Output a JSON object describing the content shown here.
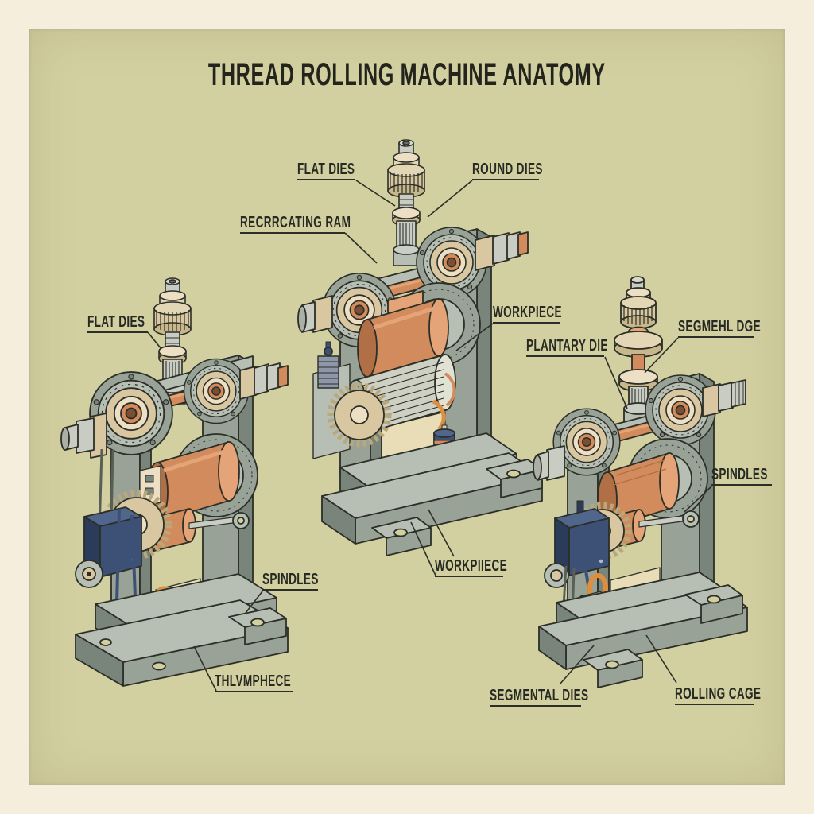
{
  "title": "THREAD ROLLING MACHINE ANATOMY",
  "labels": [
    {
      "id": "flat-dies-left",
      "text": "FLAT DIES"
    },
    {
      "id": "flat-dies-center",
      "text": "FLAT DIES"
    },
    {
      "id": "round-dies",
      "text": "ROUND DIES"
    },
    {
      "id": "reciprocating-ram",
      "text": "RECRRCATING RAM"
    },
    {
      "id": "workpiece-top",
      "text": "WORKPIECE"
    },
    {
      "id": "planetary-die",
      "text": "PLANTARY DIE"
    },
    {
      "id": "segment-die",
      "text": "SEGMEHL DGE"
    },
    {
      "id": "spindles-right",
      "text": "SPINDLES"
    },
    {
      "id": "spindles-left",
      "text": "SPINDLES"
    },
    {
      "id": "workpiece-bottom",
      "text": "WORKPIIECE"
    },
    {
      "id": "workpiece-left",
      "text": "THLVMPHECE"
    },
    {
      "id": "segmental-dies",
      "text": "SEGMENTAL DIES"
    },
    {
      "id": "rolling-cage",
      "text": "ROLLING CAGE"
    }
  ],
  "palette": {
    "outer_margin": "#f5eedc",
    "panel": "#d2cfa1",
    "ink": "#2c2f27",
    "frame_light": "#b7bfb4",
    "frame_mid": "#98a297",
    "frame_dark": "#79847a",
    "copper": "#d28b5c",
    "copper_light": "#e5a477",
    "copper_dark": "#b06f45",
    "tan": "#d8c7a0",
    "cream": "#ecdfc4",
    "steel": "#c9ccc2",
    "navy": "#3d5176",
    "navy_dark": "#2b3c5a",
    "orange": "#dd8f3e"
  }
}
